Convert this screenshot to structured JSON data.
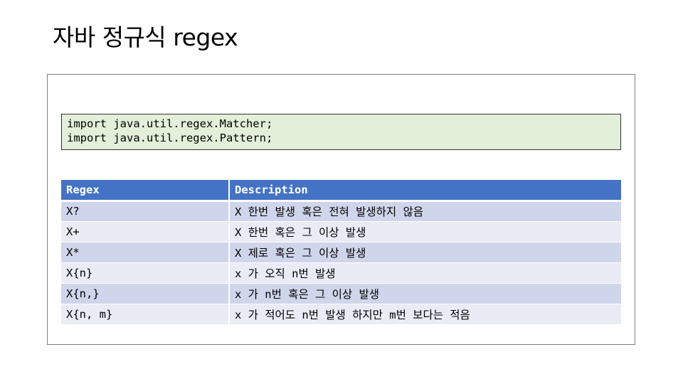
{
  "slide": {
    "title": "자바 정규식 regex"
  },
  "imports": [
    "import java.util.regex.Matcher;",
    "import java.util.regex.Pattern;"
  ],
  "table": {
    "headers": [
      "Regex",
      "Description"
    ],
    "rows": [
      {
        "regex": "X?",
        "description": "X 한번 발생 혹은 전혀 발생하지 않음"
      },
      {
        "regex": "X+",
        "description": "X 한번 혹은 그 이상 발생"
      },
      {
        "regex": "X*",
        "description": "X 제로 혹은 그 이상 발생"
      },
      {
        "regex": "X{n}",
        "description": "x 가 오직 n번 발생"
      },
      {
        "regex": "X{n,}",
        "description": "x 가 n번 혹은 그 이상 발생"
      },
      {
        "regex": "X{n, m}",
        "description": "x 가 적어도 n번 발생 하지만 m번 보다는 적음"
      }
    ]
  },
  "colors": {
    "header_bg": "#4472c4",
    "row_odd_bg": "#cfd5ea",
    "row_even_bg": "#e9ebf5",
    "import_box_bg": "#e2efd9"
  }
}
